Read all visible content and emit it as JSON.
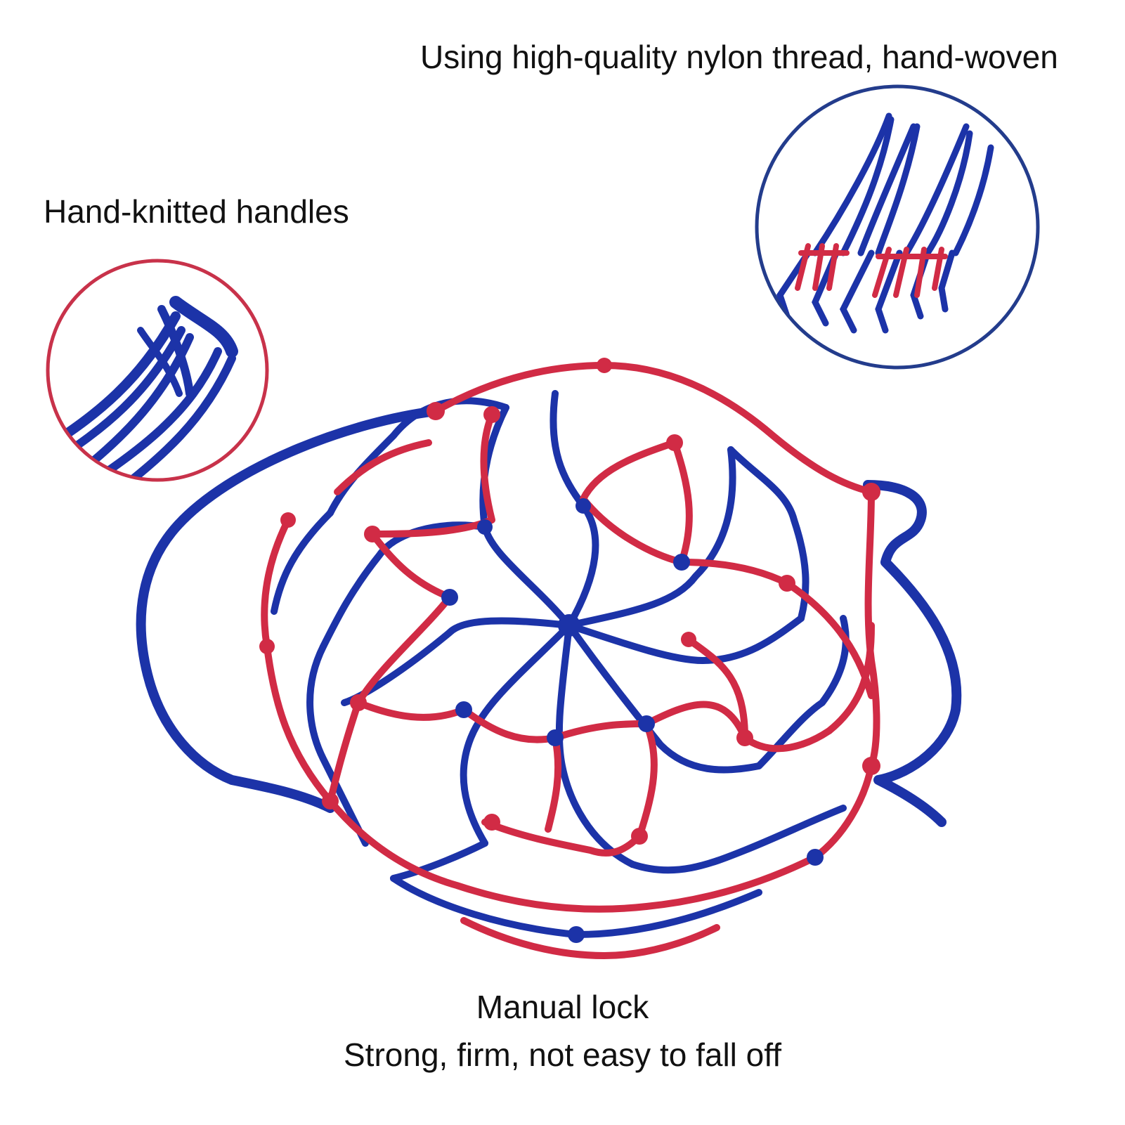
{
  "captions": {
    "top_right": "Using high-quality nylon thread, hand-woven",
    "left": "Hand-knitted handles",
    "bottom_line1": "Manual lock",
    "bottom_line2": "Strong, firm, not easy to fall off"
  },
  "colors": {
    "blue": "#1c33a8",
    "red": "#d12b45",
    "left_circle_border": "#c8324a",
    "right_circle_border": "#233c8c"
  }
}
